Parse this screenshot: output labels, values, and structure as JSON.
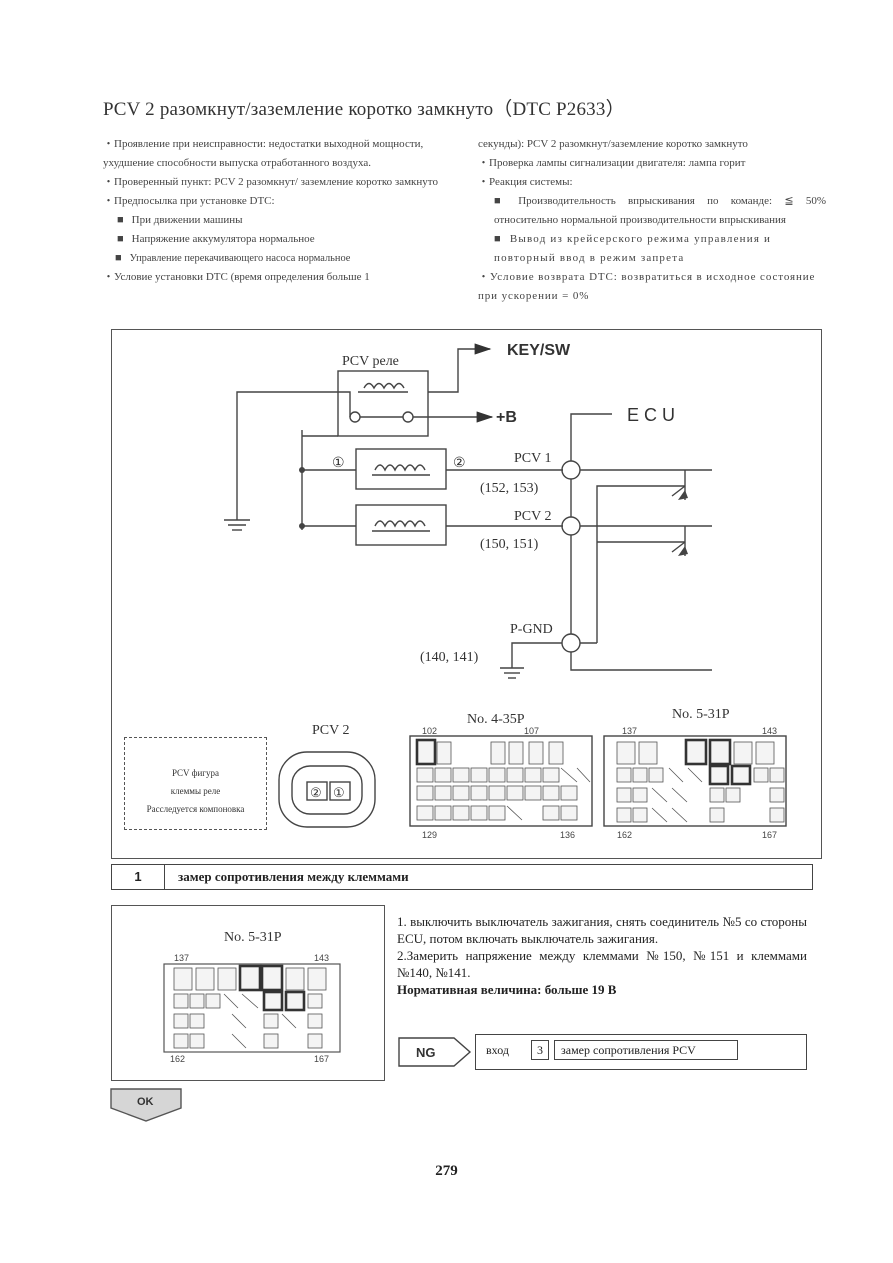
{
  "title": "PCV    2 разомкнут/заземление коротко замкнуто（DTC P2633）",
  "left_col": {
    "p1": "・Проявление при неисправности: недостатки выходной мощности, ухудшение способности выпуска отработанного воздуха.",
    "p2": "・Проверенный пункт: PCV 2 разомкнут/ заземление коротко замкнуто",
    "p3": "・Предпосылка при установке DTC:",
    "b1": "При движении машины",
    "b2": "Напряжение аккумулятора нормальное",
    "b3": "Управление перекачивающего насоса нормальное",
    "p4": "・Условие установки DTC (время определения больше 1"
  },
  "right_col": {
    "p1": "секунды): PCV 2 разомкнут/заземление коротко замкнуто",
    "p2": "・Проверка лампы сигнализации двигателя:   лампа горит",
    "p3": "・Реакция системы:",
    "b1": "Производительность впрыскивания по команде: ≦ 50% относительно нормальной производительности впрыскивания",
    "b2": "Вывод из крейсерского режима управления и повторный ввод в режим запрета",
    "p4": "・Условие возврата DTC: возвратиться в исходное состояние при ускорении = 0%"
  },
  "diagram": {
    "relay_label": "PCV реле",
    "key_sw": "KEY/SW",
    "plus_b": "+B",
    "ecu": "ECU",
    "circle1": "①",
    "circle2": "②",
    "pcv1": "PCV 1",
    "pcv1_pins": "(152,  153)",
    "pcv2": "PCV 2",
    "pcv2_pins": "(150,  151)",
    "pgnd": "P-GND",
    "pgnd_pins": "(140,  141)",
    "pcv2_conn_label": "PCV 2",
    "conn_4_35": "No. 4-35P",
    "conn_5_31": "No. 5-31P",
    "n102": "102",
    "n107": "107",
    "n129": "129",
    "n136": "136",
    "n137": "137",
    "n143": "143",
    "n162": "162",
    "n167": "167",
    "plug_left": "②",
    "plug_right": "①",
    "dashed_box": [
      "PCV фигура",
      "клеммы реле",
      "Расследуется компоновка"
    ]
  },
  "step": {
    "num": "1",
    "title": "замер сопротивления между клеммами"
  },
  "step_conn": {
    "label": "No. 5-31P",
    "n137": "137",
    "n143": "143",
    "n162": "162",
    "n167": "167"
  },
  "instructions": {
    "l1": "1. выключить выключатель зажигания, снять соединитель №5 со стороны ECU, потом включать выключатель зажигания.",
    "l2": "2.Замерить напряжение между клеммами №150, №151 и клеммами №140, №141.",
    "l3": "Нормативная величина: больше 19 В"
  },
  "ng": {
    "label": "NG",
    "entry": "вход",
    "num": "3",
    "text": "замер сопротивления PCV"
  },
  "ok": {
    "label": "OK"
  },
  "page_number": "279"
}
